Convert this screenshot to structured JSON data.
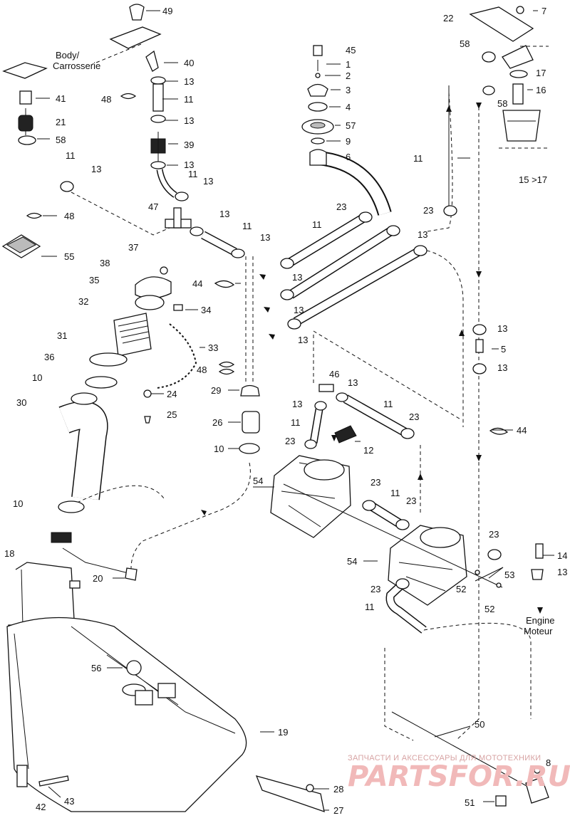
{
  "notes": {
    "body": [
      "Body/",
      "Carrosserie"
    ],
    "engine": [
      "Engine",
      "Moteur"
    ]
  },
  "labels": [
    {
      "id": "49",
      "text": "49"
    },
    {
      "id": "40",
      "text": "40"
    },
    {
      "id": "13a",
      "text": "13"
    },
    {
      "id": "11a",
      "text": "11"
    },
    {
      "id": "48a",
      "text": "48"
    },
    {
      "id": "13b",
      "text": "13"
    },
    {
      "id": "39",
      "text": "39"
    },
    {
      "id": "13c",
      "text": "13"
    },
    {
      "id": "11b",
      "text": "11"
    },
    {
      "id": "13d",
      "text": "13"
    },
    {
      "id": "41",
      "text": "41"
    },
    {
      "id": "21",
      "text": "21"
    },
    {
      "id": "58a",
      "text": "58"
    },
    {
      "id": "11c",
      "text": "11"
    },
    {
      "id": "13e",
      "text": "13"
    },
    {
      "id": "48b",
      "text": "48"
    },
    {
      "id": "55",
      "text": "55"
    },
    {
      "id": "47",
      "text": "47"
    },
    {
      "id": "13f",
      "text": "13"
    },
    {
      "id": "11d",
      "text": "11"
    },
    {
      "id": "13g",
      "text": "13"
    },
    {
      "id": "45",
      "text": "45"
    },
    {
      "id": "1",
      "text": "1"
    },
    {
      "id": "2",
      "text": "2"
    },
    {
      "id": "3",
      "text": "3"
    },
    {
      "id": "4",
      "text": "4"
    },
    {
      "id": "57",
      "text": "57"
    },
    {
      "id": "9",
      "text": "9"
    },
    {
      "id": "6",
      "text": "6"
    },
    {
      "id": "22",
      "text": "22"
    },
    {
      "id": "7",
      "text": "7"
    },
    {
      "id": "58b",
      "text": "58"
    },
    {
      "id": "17",
      "text": "17"
    },
    {
      "id": "16",
      "text": "16"
    },
    {
      "id": "58c",
      "text": "58"
    },
    {
      "id": "11e",
      "text": "11"
    },
    {
      "id": "15to17",
      "text": "15 >17"
    },
    {
      "id": "23a",
      "text": "23"
    },
    {
      "id": "23b",
      "text": "23"
    },
    {
      "id": "11f",
      "text": "11"
    },
    {
      "id": "13h",
      "text": "13"
    },
    {
      "id": "37",
      "text": "37"
    },
    {
      "id": "38",
      "text": "38"
    },
    {
      "id": "35",
      "text": "35"
    },
    {
      "id": "44a",
      "text": "44"
    },
    {
      "id": "13i",
      "text": "13"
    },
    {
      "id": "32",
      "text": "32"
    },
    {
      "id": "34",
      "text": "34"
    },
    {
      "id": "13j",
      "text": "13"
    },
    {
      "id": "13k",
      "text": "13"
    },
    {
      "id": "31",
      "text": "31"
    },
    {
      "id": "33",
      "text": "33"
    },
    {
      "id": "13l",
      "text": "13"
    },
    {
      "id": "5",
      "text": "5"
    },
    {
      "id": "13m",
      "text": "13"
    },
    {
      "id": "36",
      "text": "36"
    },
    {
      "id": "48c",
      "text": "48"
    },
    {
      "id": "10a",
      "text": "10"
    },
    {
      "id": "29",
      "text": "29"
    },
    {
      "id": "24",
      "text": "24"
    },
    {
      "id": "46",
      "text": "46"
    },
    {
      "id": "13n",
      "text": "13"
    },
    {
      "id": "30",
      "text": "30"
    },
    {
      "id": "25",
      "text": "25"
    },
    {
      "id": "13o",
      "text": "13"
    },
    {
      "id": "11g",
      "text": "11"
    },
    {
      "id": "11h",
      "text": "11"
    },
    {
      "id": "23c",
      "text": "23"
    },
    {
      "id": "26",
      "text": "26"
    },
    {
      "id": "44b",
      "text": "44"
    },
    {
      "id": "23d",
      "text": "23"
    },
    {
      "id": "12",
      "text": "12"
    },
    {
      "id": "10b",
      "text": "10"
    },
    {
      "id": "54a",
      "text": "54"
    },
    {
      "id": "10c",
      "text": "10"
    },
    {
      "id": "23e",
      "text": "23"
    },
    {
      "id": "11i",
      "text": "11"
    },
    {
      "id": "23f",
      "text": "23"
    },
    {
      "id": "23g",
      "text": "23"
    },
    {
      "id": "18",
      "text": "18"
    },
    {
      "id": "14",
      "text": "14"
    },
    {
      "id": "13p",
      "text": "13"
    },
    {
      "id": "54b",
      "text": "54"
    },
    {
      "id": "53",
      "text": "53"
    },
    {
      "id": "20",
      "text": "20"
    },
    {
      "id": "23h",
      "text": "23"
    },
    {
      "id": "52a",
      "text": "52"
    },
    {
      "id": "52b",
      "text": "52"
    },
    {
      "id": "11j",
      "text": "11"
    },
    {
      "id": "56",
      "text": "56"
    },
    {
      "id": "50",
      "text": "50"
    },
    {
      "id": "19",
      "text": "19"
    },
    {
      "id": "8",
      "text": "8"
    },
    {
      "id": "28",
      "text": "28"
    },
    {
      "id": "43",
      "text": "43"
    },
    {
      "id": "42",
      "text": "42"
    },
    {
      "id": "51",
      "text": "51"
    },
    {
      "id": "27",
      "text": "27"
    }
  ],
  "watermark": {
    "line1": "ЗАПЧАСТИ И АКСЕССУАРЫ ДЛЯ МОТОТЕХНИКИ",
    "line2": "PARTSFOR.RU"
  }
}
